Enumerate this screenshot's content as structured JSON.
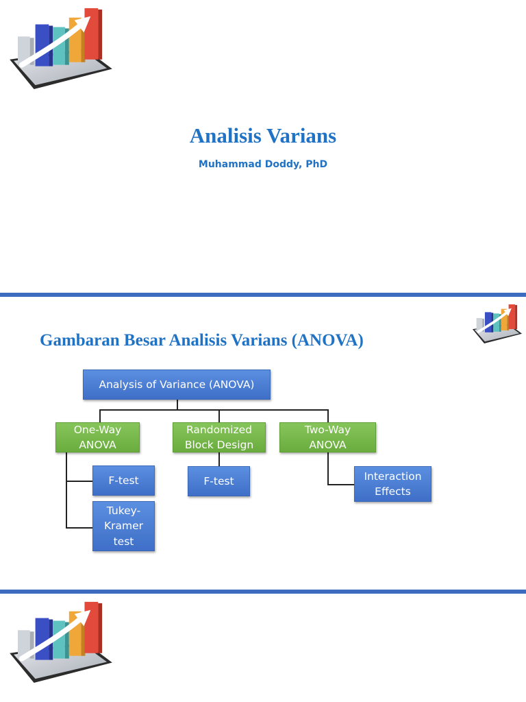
{
  "slide1": {
    "title": "Analisis Varians",
    "author": "Muhammad Doddy, PhD"
  },
  "slide2": {
    "title": "Gambaran Besar Analisis Varians (ANOVA)",
    "diagram": {
      "root": "Analysis of Variance (ANOVA)",
      "one_way": "One-Way\nANOVA",
      "randomized_block": "Randomized\nBlock Design",
      "two_way": "Two-Way\nANOVA",
      "one_way_ftest": "F-test",
      "one_way_tukey": "Tukey-\nKramer\ntest",
      "randomized_ftest": "F-test",
      "interaction": "Interaction\nEffects"
    }
  },
  "colors": {
    "title_blue": "#1f72c4",
    "separator_blue": "#3c6bbf",
    "box_blue": "#4a7bd4",
    "box_green": "#78b84c"
  },
  "icons": {
    "logo": "bar-chart-growth-logo"
  }
}
